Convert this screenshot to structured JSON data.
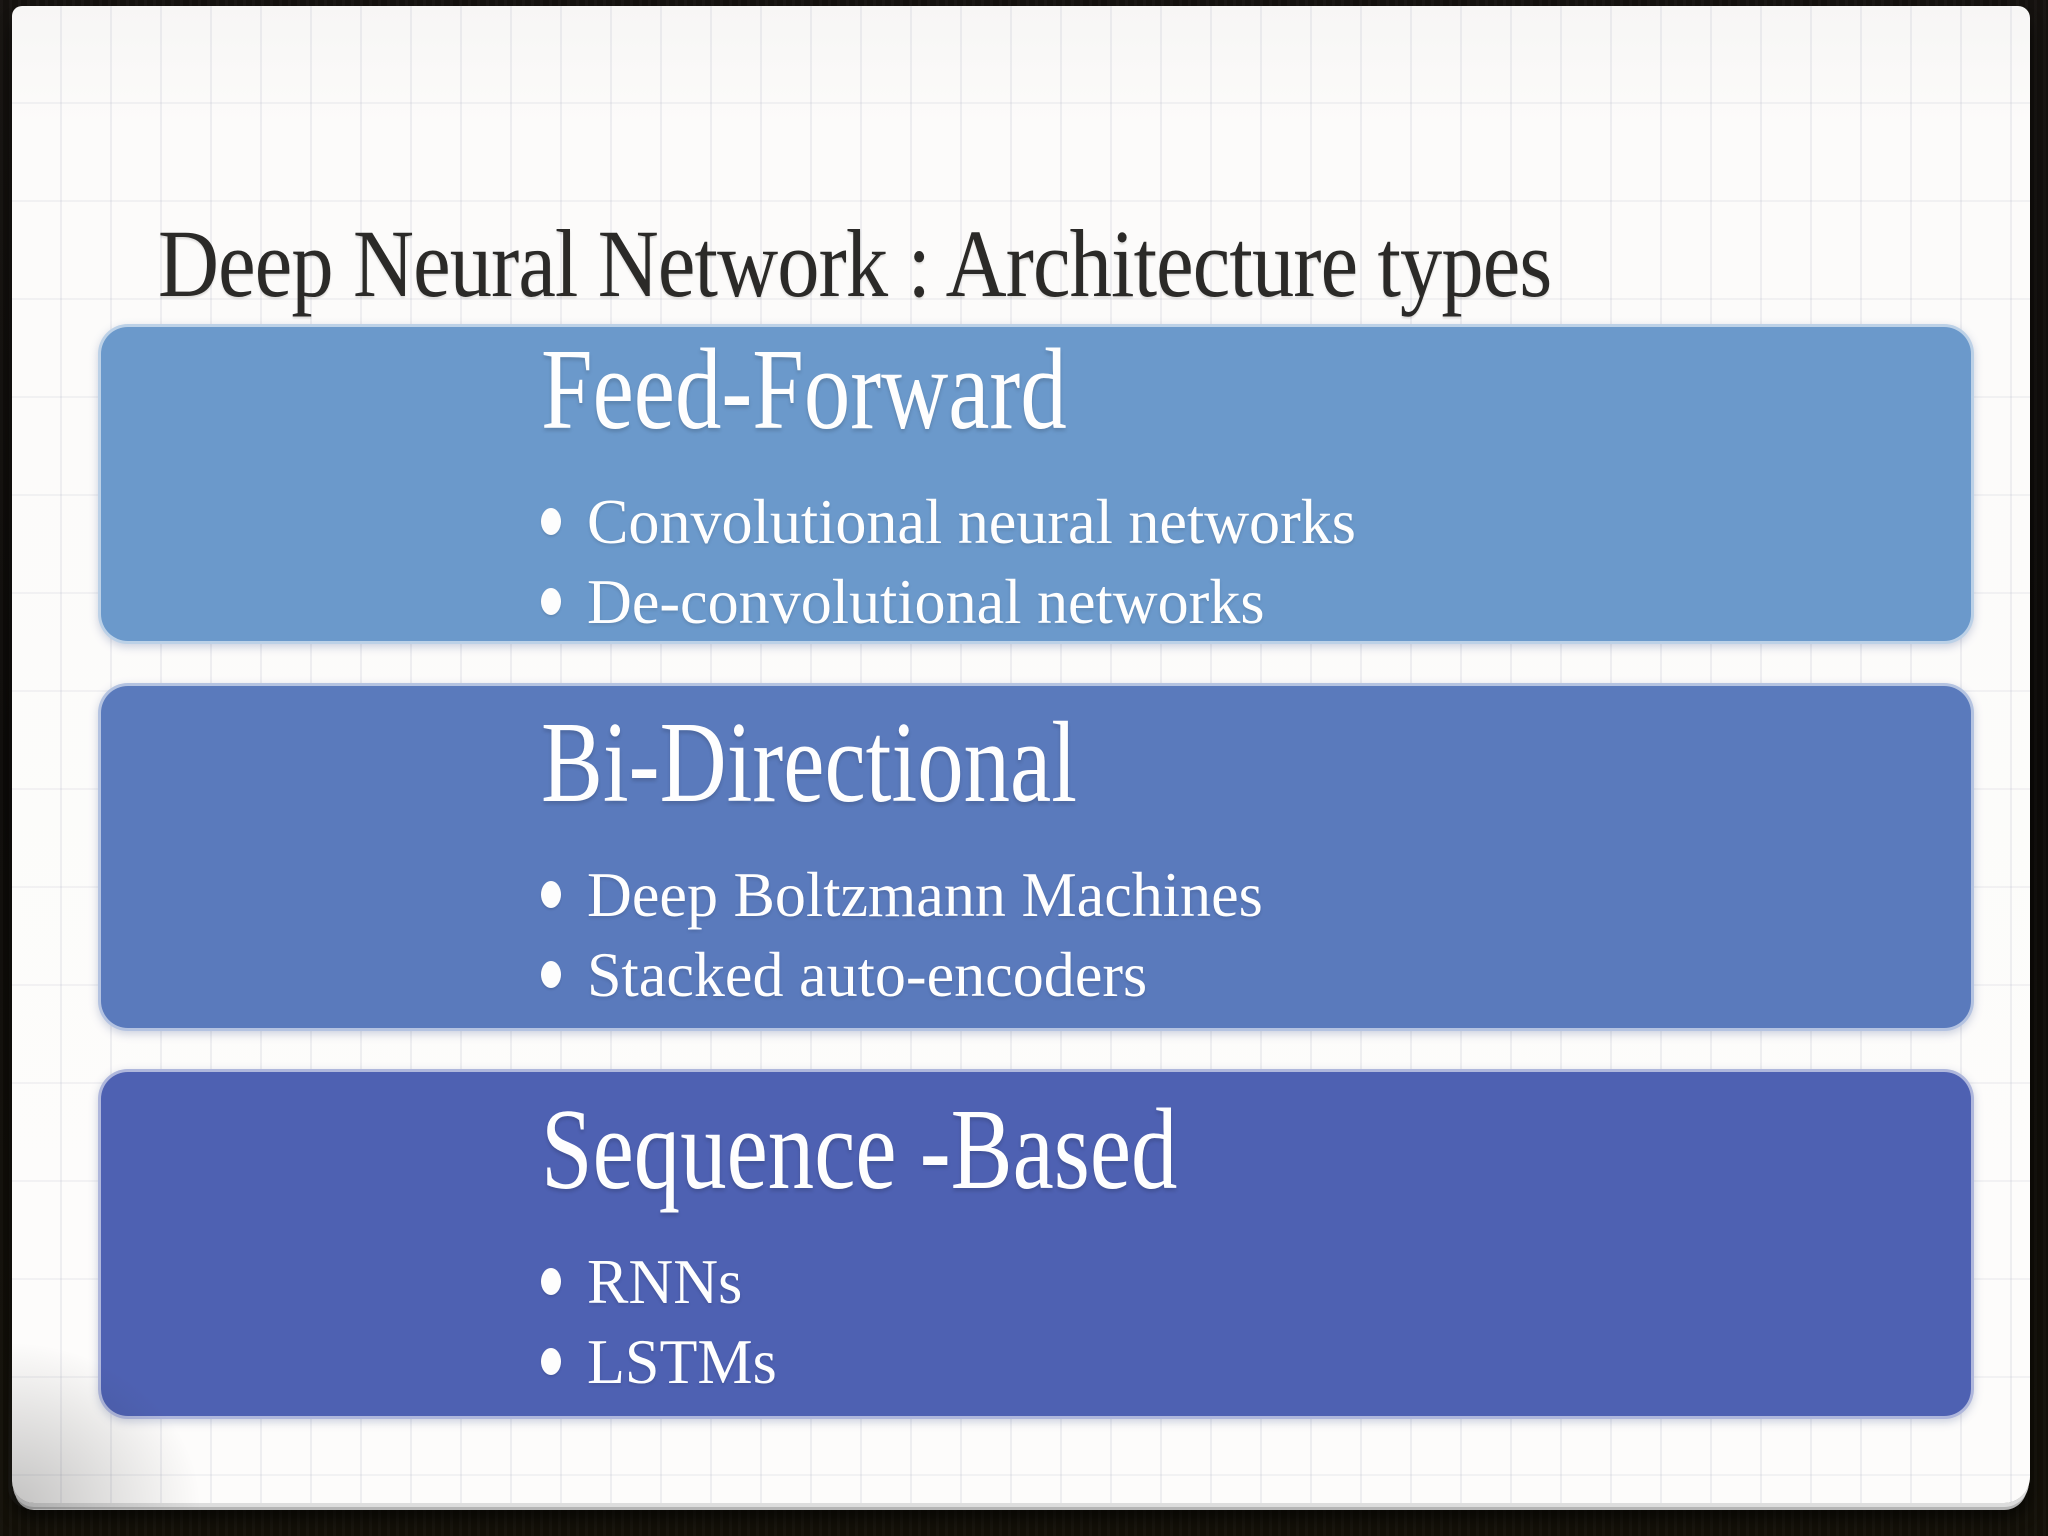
{
  "frame": {
    "background": "#0e0c0a"
  },
  "slide": {
    "background": "#fcfbfa",
    "grid_line_color": "#e8e9ef",
    "title": {
      "text": "Deep Neural Network : Architecture types",
      "color": "#2b2a28"
    },
    "bullet_marker": "•",
    "text_color": "#fefefe",
    "list": [
      {
        "heading": "Feed-Forward",
        "color": "#6b99cb",
        "bullets": [
          "Convolutional neural networks",
          "De-convolutional networks"
        ]
      },
      {
        "heading": "Bi-Directional",
        "color": "#5a7abc",
        "bullets": [
          "Deep Boltzmann Machines",
          "Stacked auto-encoders"
        ]
      },
      {
        "heading": "Sequence -Based",
        "color": "#4e61b2",
        "bullets": [
          "RNNs",
          "LSTMs"
        ]
      }
    ]
  }
}
